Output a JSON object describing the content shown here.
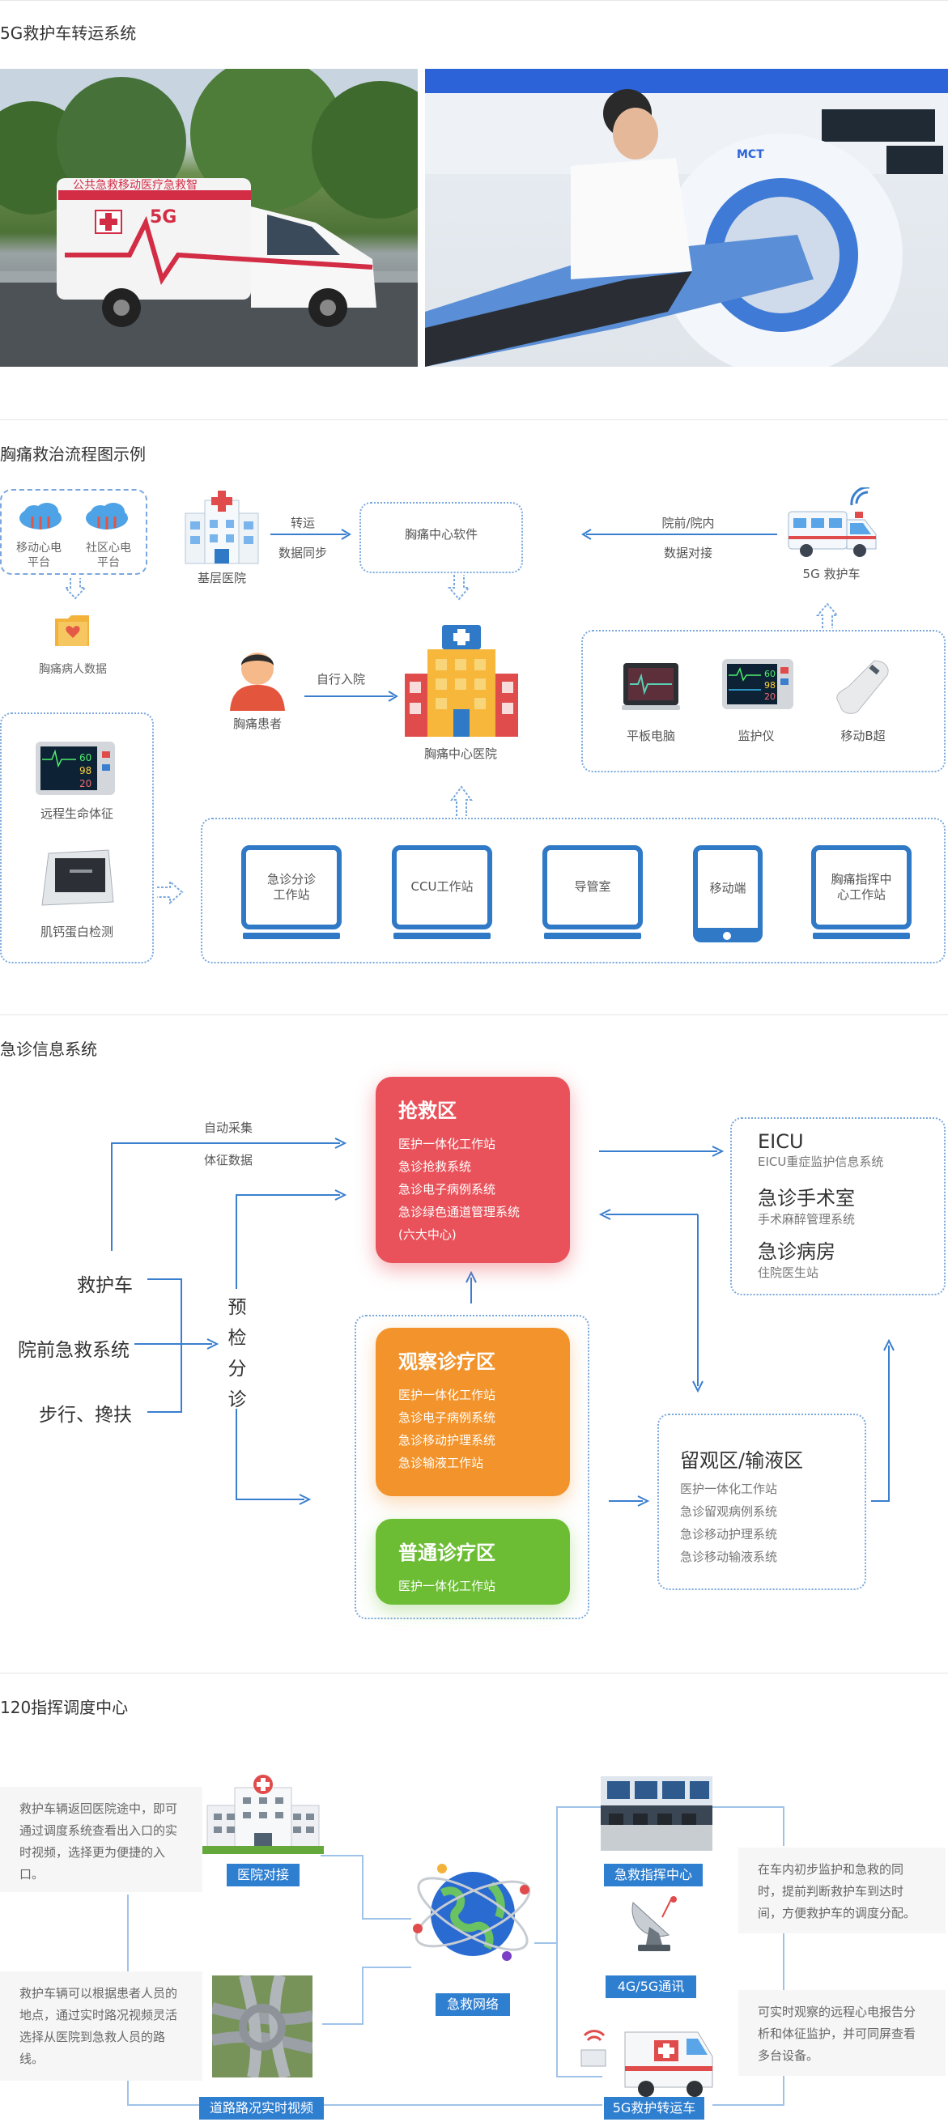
{
  "sections": {
    "ambulance": {
      "title": "5G救护车转运系统"
    },
    "chest_pain": {
      "title": "胸痛救治流程图示例"
    },
    "emergency": {
      "title": "急诊信息系统"
    },
    "dispatch": {
      "title": "120指挥调度中心"
    }
  },
  "ambulance_text": {
    "side_text": "公共急救移动医疗急救智",
    "badge": "5G",
    "mct": "MCT"
  },
  "chest": {
    "cloud1": "移动心电\n平台",
    "cloud2": "社区心电\n平台",
    "base_hospital": "基层医院",
    "arrow_top1": "转运",
    "arrow_bottom1": "数据同步",
    "software": "胸痛中心软件",
    "arrow_top2": "院前/院内",
    "arrow_bottom2": "数据对接",
    "ambulance": "5G 救护车",
    "patient_data": "胸痛病人数据",
    "patient": "胸痛患者",
    "self_admit": "自行入院",
    "center_hospital": "胸痛中心医院",
    "tablet": "平板电脑",
    "monitor": "监护仪",
    "mobile_b": "移动B超",
    "vital_signs": "远程生命体征",
    "troponin": "肌钙蛋白检测",
    "monitor_vals": [
      "60",
      "98",
      "20"
    ],
    "workstations": [
      "急诊分诊\n工作站",
      "CCU工作站",
      "导管室",
      "移动端",
      "胸痛指挥中\n心工作站"
    ]
  },
  "er": {
    "auto_collect": "自动采集",
    "vital_data": "体征数据",
    "sources": [
      "救护车",
      "院前急救系统",
      "步行、搀扶"
    ],
    "triage": [
      "预",
      "检",
      "分",
      "诊"
    ],
    "rescue": {
      "title": "抢救区",
      "items": [
        "医护一体化工作站",
        "急诊抢救系统",
        "急诊电子病例系统",
        "急诊绿色通道管理系统",
        "(六大中心)"
      ]
    },
    "observe": {
      "title": "观察诊疗区",
      "items": [
        "医护一体化工作站",
        "急诊电子病例系统",
        "急诊移动护理系统",
        "急诊输液工作站"
      ]
    },
    "normal": {
      "title": "普通诊疗区",
      "items": [
        "医护一体化工作站"
      ]
    },
    "right_box": [
      {
        "big": "EICU",
        "small": "EICU重症监护信息系统"
      },
      {
        "big": "急诊手术室",
        "small": "手术麻醉管理系统"
      },
      {
        "big": "急诊病房",
        "small": "住院医生站"
      }
    ],
    "stay": {
      "title": "留观区/输液区",
      "items": [
        "医护一体化工作站",
        "急诊留观病例系统",
        "急诊移动护理系统",
        "急诊移动输液系统"
      ]
    }
  },
  "dispatch": {
    "note1": "救护车辆返回医院途中，即可通过调度系统查看出入口的实时视频，选择更为便捷的入口。",
    "note2": "救护车辆可以根据患者人员的地点，通过实时路况视频灵活选择从医院到急救人员的路线。",
    "note3": "在车内初步监护和急救的同时，提前判断救护车到达时间，方便救护车的调度分配。",
    "note4": "可实时观察的远程心电报告分析和体征监护，并可同屏查看多台设备。",
    "tag_hospital": "医院对接",
    "tag_network": "急救网络",
    "tag_road": "道路路况实时视频",
    "tag_command": "急救指挥中心",
    "tag_4g": "4G/5G通讯",
    "tag_amb": "5G救护转运车"
  }
}
